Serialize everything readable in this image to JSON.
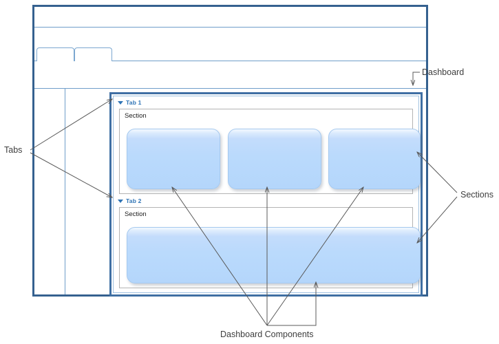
{
  "diagram": {
    "title": "Dashboard layout annotated mockup",
    "colors": {
      "window_border": "#35618f",
      "dashboard_border": "#3f6fa3",
      "dashboard_inner_border": "#9dbfdf",
      "tab_label": "#2f74b5",
      "component_fill": "#badafc",
      "component_border": "#a5c9ef",
      "section_border": "#b3b3b3",
      "annotation_text": "#3d3d3d",
      "annotation_line": "#595959",
      "strip_separator": "#6f9dc9"
    }
  },
  "window": {
    "titlebar": "",
    "menubar": "",
    "toolbar": "",
    "tabs": [
      {
        "label": ""
      },
      {
        "label": ""
      }
    ],
    "sidebar": ""
  },
  "dashboard": {
    "tab_groups": [
      {
        "icon": "triangle-down-icon",
        "label": "Tab 1",
        "section": {
          "label": "Section",
          "components": [
            {
              "label": ""
            },
            {
              "label": ""
            },
            {
              "label": ""
            }
          ]
        }
      },
      {
        "icon": "triangle-down-icon",
        "label": "Tab 2",
        "section": {
          "label": "Section",
          "components": [
            {
              "label": ""
            }
          ]
        }
      }
    ]
  },
  "annotations": [
    {
      "id": "tabs",
      "label": "Tabs",
      "arrow_count": 2
    },
    {
      "id": "sections",
      "label": "Sections",
      "arrow_count": 2
    },
    {
      "id": "dashboard",
      "label": "Dashboard",
      "arrow_count": 1
    },
    {
      "id": "dashboard_components",
      "label": "Dashboard Components",
      "arrow_count": 4
    }
  ]
}
